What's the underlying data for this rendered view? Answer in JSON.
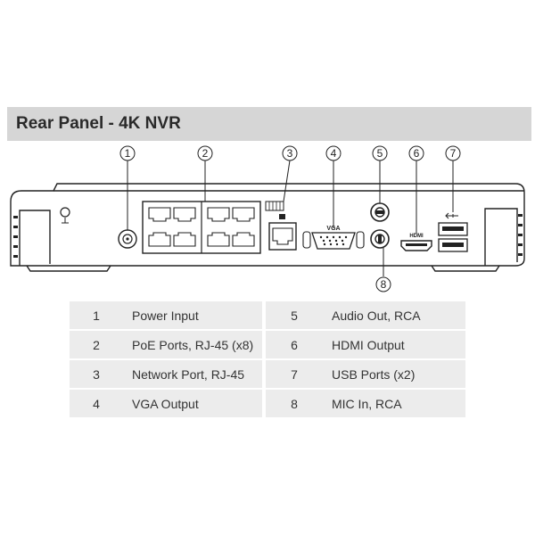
{
  "header": {
    "title": "Rear Panel - 4K NVR"
  },
  "callouts": [
    "1",
    "2",
    "3",
    "4",
    "5",
    "6",
    "7",
    "8"
  ],
  "port_labels": {
    "vga": "VGA",
    "hdmi": "HDMI"
  },
  "table": {
    "rows": [
      {
        "left_num": "1",
        "left_label": "Power Input",
        "right_num": "5",
        "right_label": "Audio Out, RCA"
      },
      {
        "left_num": "2",
        "left_label": "PoE Ports, RJ-45 (x8)",
        "right_num": "6",
        "right_label": "HDMI Output"
      },
      {
        "left_num": "3",
        "left_label": "Network Port, RJ-45",
        "right_num": "7",
        "right_label": "USB Ports (x2)"
      },
      {
        "left_num": "4",
        "left_label": "VGA Output",
        "right_num": "8",
        "right_label": "MIC In, RCA"
      }
    ]
  }
}
